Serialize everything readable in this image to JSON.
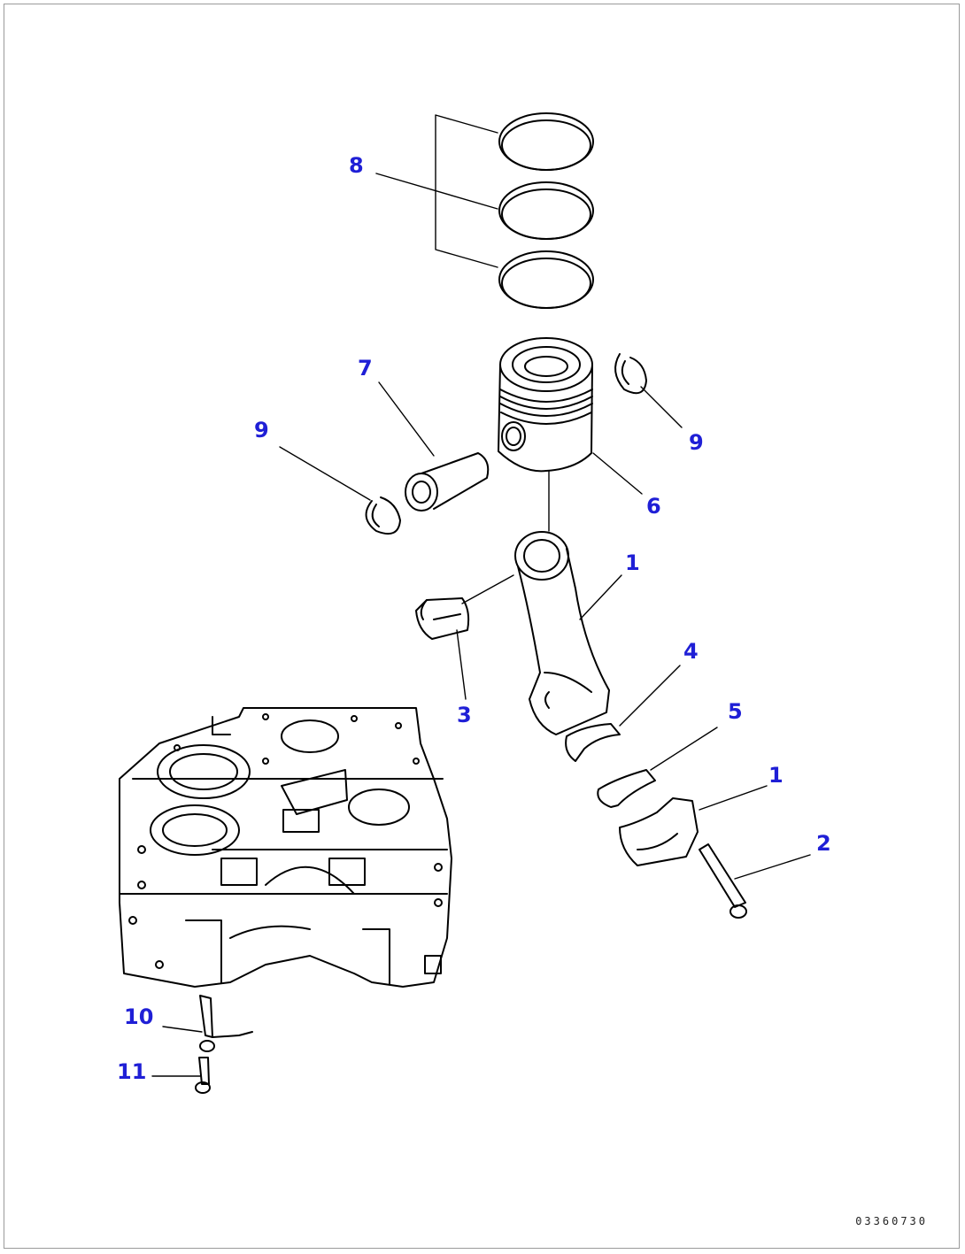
{
  "diagram": {
    "callouts": [
      {
        "id": "c8",
        "label": "8"
      },
      {
        "id": "c7",
        "label": "7"
      },
      {
        "id": "c9a",
        "label": "9"
      },
      {
        "id": "c9b",
        "label": "9"
      },
      {
        "id": "c6",
        "label": "6"
      },
      {
        "id": "c1a",
        "label": "1"
      },
      {
        "id": "c3",
        "label": "3"
      },
      {
        "id": "c4",
        "label": "4"
      },
      {
        "id": "c5",
        "label": "5"
      },
      {
        "id": "c1b",
        "label": "1"
      },
      {
        "id": "c2",
        "label": "2"
      },
      {
        "id": "c10",
        "label": "10"
      },
      {
        "id": "c11",
        "label": "11"
      }
    ],
    "drawing_code": "03360730"
  },
  "colors": {
    "callout_text": "#1f1fd6",
    "linework": "#000000"
  }
}
